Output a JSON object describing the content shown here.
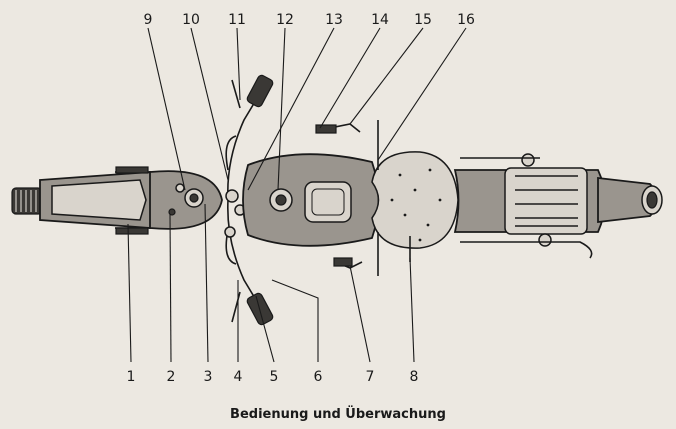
{
  "caption": "Bedienung und Überwachung",
  "labels_top": [
    "9",
    "10",
    "11",
    "12",
    "13",
    "14",
    "15",
    "16"
  ],
  "labels_bottom": [
    "1",
    "2",
    "3",
    "4",
    "5",
    "6",
    "7",
    "8"
  ],
  "colors": {
    "paper": "#ece8e1",
    "ink": "#1a1a1a"
  }
}
